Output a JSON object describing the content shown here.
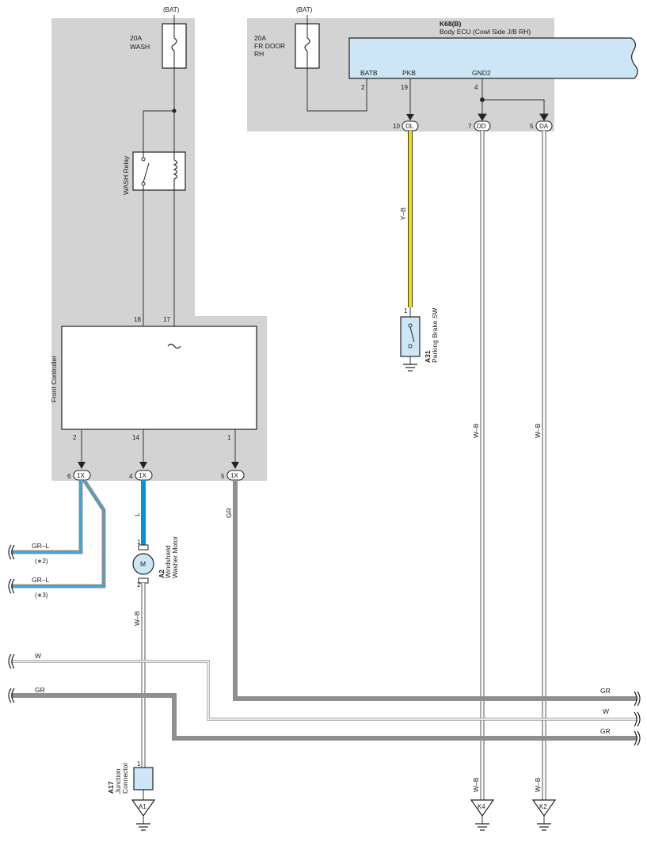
{
  "fuses": {
    "wash": {
      "source": "(BAT)",
      "rating": "20A",
      "name": "WASH"
    },
    "frdoor": {
      "source": "(BAT)",
      "rating": "20A",
      "name_line1": "FR DOOR",
      "name_line2": "RH"
    }
  },
  "ecu": {
    "code": "K68(B)",
    "name": "Body ECU (Cowl Side J/B RH)",
    "pins": [
      {
        "label": "BATB",
        "pin": "2"
      },
      {
        "label": "PKB",
        "pin": "19"
      },
      {
        "label": "GND2",
        "pin": "4"
      }
    ]
  },
  "relay": {
    "name": "WASH Relay"
  },
  "controller": {
    "name": "Front Controller",
    "top_pins": [
      "18",
      "17"
    ],
    "bottom_pins": [
      "2",
      "14",
      "1"
    ]
  },
  "connectors": {
    "dl": {
      "pin": "10",
      "id": "DL"
    },
    "dd": {
      "pin": "7",
      "id": "DD"
    },
    "da": {
      "pin": "5",
      "id": "DA"
    },
    "x6": {
      "pin": "6",
      "id": "1X"
    },
    "x4": {
      "pin": "4",
      "id": "1X"
    },
    "x5": {
      "pin": "5",
      "id": "1X"
    }
  },
  "parking_brake": {
    "code": "A31",
    "name": "Parking Brake SW",
    "pin": "1"
  },
  "motor": {
    "code": "A2",
    "name_line1": "Windshield",
    "name_line2": "Washer Motor",
    "symbol": "M",
    "pin_top": "1",
    "pin_bottom": "2"
  },
  "junction": {
    "code": "A17",
    "name_line1": "Junction",
    "name_line2": "Connector",
    "pin": "1"
  },
  "grounds": {
    "a1": "A1",
    "k4": "K4",
    "k2": "K2"
  },
  "wires": {
    "yb": "Y–B",
    "l": "L",
    "gr_x5": "GR",
    "wb_motor": "W–B",
    "wb_dd": "W–B",
    "wb_da": "W–B",
    "wb_k4": "W–B",
    "wb_k2": "W–B",
    "grl1": "GR–L",
    "grl1_note": "(∗2)",
    "grl2": "GR–L",
    "grl2_note": "(∗3)",
    "w_left": "W",
    "gr_left": "GR",
    "gr_right1": "GR",
    "w_right": "W",
    "gr_right2": "GR"
  },
  "colors": {
    "shade": "#d3d3d3",
    "ecu_fill": "#cce6f6",
    "wire_yb": "#f2e200",
    "wire_l": "#0096d6",
    "wire_gr": "#8f8f8f",
    "wire_w": "#bdbdbd"
  }
}
